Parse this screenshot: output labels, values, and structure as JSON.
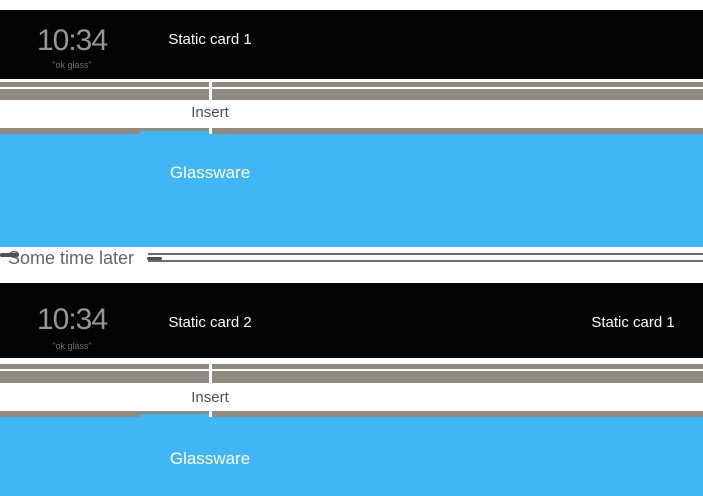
{
  "palette": {
    "card_black": "#040404",
    "timeline_track_gray": "#8F8B81",
    "glassware_blue": "#41B5F6",
    "clock_text_gray": "#969696",
    "annotation_text_gray": "#4F4F4F",
    "divider_gray": "#6A6A6A"
  },
  "sections": {
    "before": {
      "home_card": {
        "time": "10:34",
        "hotword": "\"ok glass\""
      },
      "timeline_cards": [
        {
          "label": "Static card 1"
        }
      ],
      "insert_label": "Insert",
      "glassware_label": "Glassware"
    },
    "after": {
      "home_card": {
        "time": "10:34",
        "hotword": "\"ok glass\""
      },
      "timeline_cards": [
        {
          "label": "Static card 2"
        },
        {
          "label": "Static card 1"
        }
      ],
      "insert_label": "Insert",
      "glassware_label": "Glassware"
    }
  },
  "divider": {
    "label": "Some time later"
  }
}
